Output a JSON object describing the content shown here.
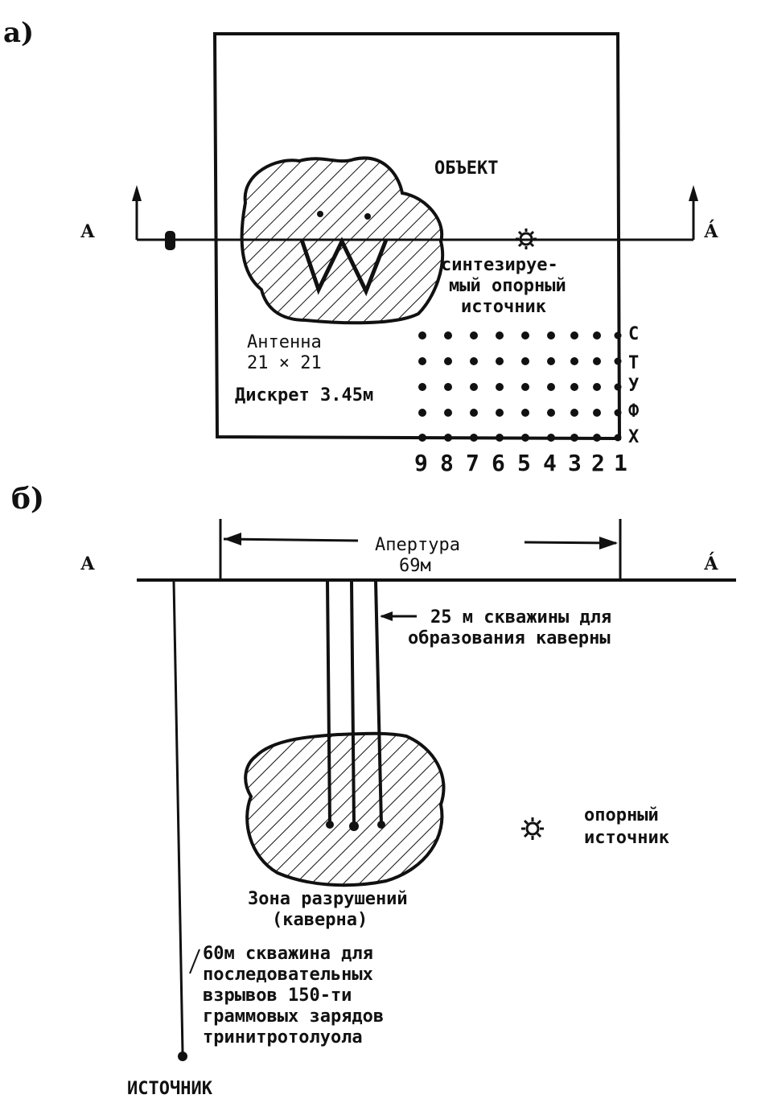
{
  "panel_a": {
    "label": "а)",
    "section_left": "А",
    "section_right": "А́",
    "object_label": "ОБЪЕКТ",
    "reference_source": [
      "синтезируе-",
      "мый опорный",
      "источник"
    ],
    "antenna": [
      "Антенна",
      "21 × 21"
    ],
    "discrete": "Дискрет 3.45м",
    "grid_rows": [
      "С",
      "Т",
      "У",
      "Ф",
      "Х"
    ],
    "grid_cols": [
      "9",
      "8",
      "7",
      "6",
      "5",
      "4",
      "3",
      "2",
      "1"
    ]
  },
  "panel_b": {
    "label": "б)",
    "section_left": "А",
    "section_right": "А́",
    "aperture": [
      "Апертура",
      "69м"
    ],
    "boreholes_note": [
      "25 м скважины для",
      "образования каверны"
    ],
    "reference_source": [
      "опорный",
      "источник"
    ],
    "damage_zone": [
      "Зона разрушений",
      "(каверна)"
    ],
    "deep_borehole": [
      "60м скважина для",
      "последовательных",
      "взрывов 150-ти",
      "граммовых зарядов",
      "тринитротолуола"
    ],
    "source": "ИСТОЧНИК"
  },
  "colors": {
    "ink": "#111111",
    "paper": "#ffffff"
  }
}
